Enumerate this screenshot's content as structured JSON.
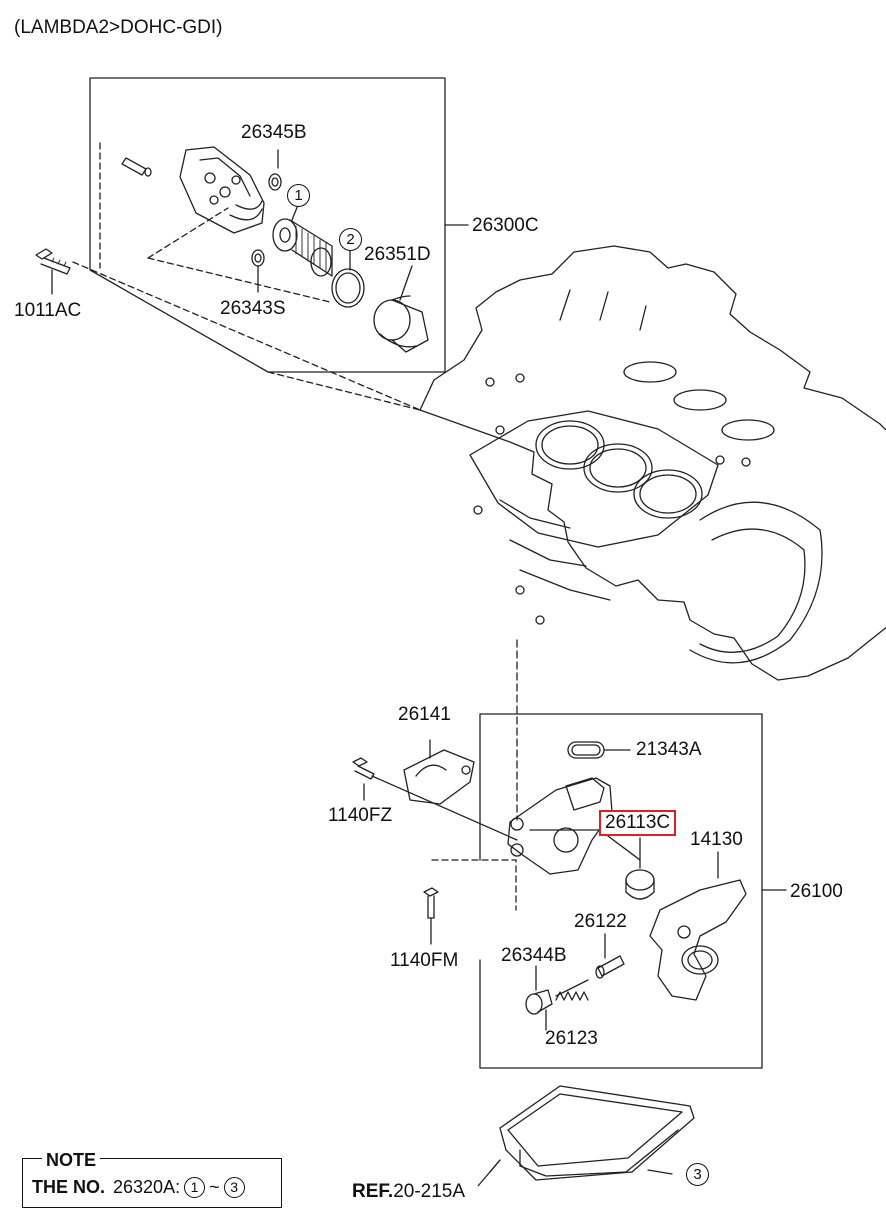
{
  "header": {
    "title": "(LAMBDA2>DOHC-GDI)"
  },
  "parts": {
    "p26345B": "26345B",
    "p26300C": "26300C",
    "p26351D": "26351D",
    "p1011AC": "1011AC",
    "p26343S": "26343S",
    "p26141": "26141",
    "p21343A": "21343A",
    "p1140FZ": "1140FZ",
    "p26113C": "26113C",
    "p14130": "14130",
    "p26100": "26100",
    "p26122": "26122",
    "p26344B": "26344B",
    "p1140FM": "1140FM",
    "p26123": "26123"
  },
  "callouts": {
    "c1": "1",
    "c2": "2",
    "c3": "3"
  },
  "highlight": {
    "part": "26113C",
    "color": "#e02020"
  },
  "note": {
    "title": "NOTE",
    "prefix": "THE NO.",
    "text": "26320A:",
    "start": "1",
    "sep": "~",
    "end": "3"
  },
  "ref": {
    "prefix": "REF.",
    "code": "20-215A"
  }
}
